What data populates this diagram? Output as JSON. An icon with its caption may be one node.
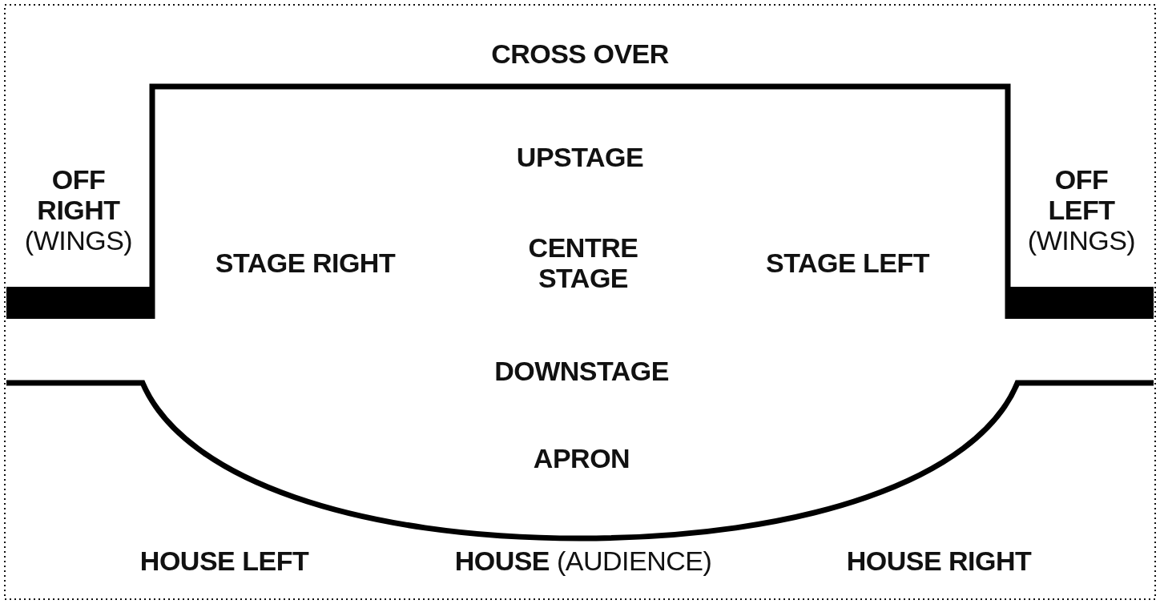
{
  "diagram": {
    "labels": [
      "CROSS OVER",
      "UPSTAGE",
      "**OFF RIGHT** (WINGS)",
      "STAGE RIGHT",
      "CENTRE STAGE",
      "STAGE LEFT",
      "**OFF LEFT** (WINGS)",
      "DOWNSTAGE",
      "APRON",
      "HOUSE LEFT",
      "**HOUSE** (AUDIENCE)",
      "HOUSE RIGHT"
    ]
  }
}
